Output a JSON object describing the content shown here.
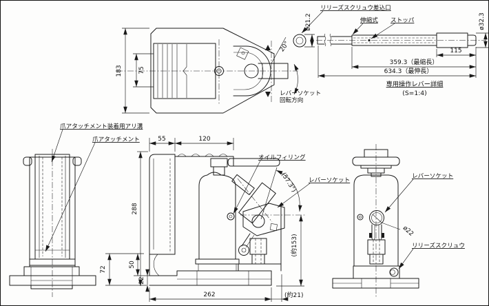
{
  "style": {
    "background": "#fdfdfc",
    "line_color": "#1a1a1a"
  },
  "lever_detail": {
    "insert_port_label": "リリーズスクリュウ差込口",
    "telescopic_label": "伸縮式",
    "stopper_label": "ストッパ",
    "rod_dia": "ø21.2",
    "grip_dia": "ø32.3",
    "grip_length": "115",
    "retracted_length": "359.3（最縮長）",
    "extended_length": "634.3（最伸長）",
    "caption_title": "専用操作レバー詳細",
    "caption_scale": "(S=1:4)"
  },
  "top_view": {
    "overall_dim": "183",
    "claw_dim": "75",
    "angle_dim": "20°",
    "rotation_label_line1": "レバーソケット",
    "rotation_label_line2": "回転方向"
  },
  "claw_view": {
    "dovetail_label": "爪アタッチメント装着用アリ溝",
    "attachment_label": "爪アタッチメント"
  },
  "front_view": {
    "claw_depth": "55",
    "body_width": "120",
    "height": "288",
    "dim72": "72",
    "dim50": "50",
    "dim22": "22",
    "base_length": "262",
    "overhang": "(約21)",
    "lever_center_height": "(約153)",
    "socket_angle": "(57.3°)",
    "oil_filling_label": "オイルフィリング",
    "lever_socket_label": "レバーソケット"
  },
  "side_view": {
    "lever_socket_label": "レバーソケット",
    "socket_dia": "ø22",
    "release_screw_label": "リリーズスクリュウ"
  }
}
